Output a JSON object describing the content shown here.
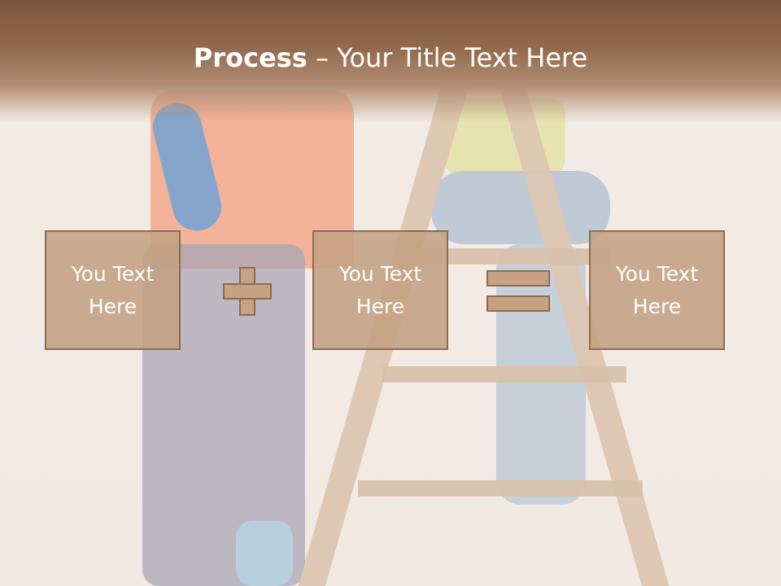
{
  "slide": {
    "title_bold": "Process",
    "title_rest": " – Your Title Text Here",
    "boxes": [
      {
        "text": "You Text Here"
      },
      {
        "text": "You Text Here"
      },
      {
        "text": "You Text Here"
      }
    ],
    "operators": [
      "plus-icon",
      "equals-icon"
    ],
    "colors": {
      "header": "#7b553b",
      "box_fill": "#c4a082",
      "box_border": "#8b6c52",
      "text": "#ffffff"
    }
  }
}
